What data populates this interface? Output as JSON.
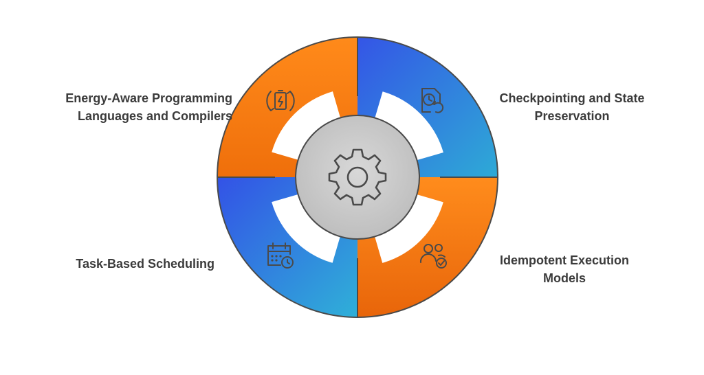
{
  "diagram": {
    "center": {
      "icon": "gear-icon"
    },
    "segments": [
      {
        "id": "energy",
        "lines": [
          "Energy-Aware Programming",
          "Languages and Compilers"
        ],
        "icon": "battery-cycle-icon",
        "color": "#f07a0d"
      },
      {
        "id": "checkpoint",
        "lines": [
          "Checkpointing and State",
          "Preservation"
        ],
        "icon": "document-restore-icon",
        "color": "#3a6ee8"
      },
      {
        "id": "idempotent",
        "lines": [
          "Idempotent Execution",
          "Models"
        ],
        "icon": "users-check-icon",
        "color": "#f07a0d"
      },
      {
        "id": "task",
        "lines": [
          "Task-Based Scheduling"
        ],
        "icon": "calendar-clock-icon",
        "color": "#3a6ee8"
      }
    ],
    "colors": {
      "orange_light": "#ff8a1a",
      "orange_dark": "#e8650a",
      "blue_light": "#3459e8",
      "blue_dark": "#2ea6d6",
      "outline": "#4a4a4a",
      "hub_fill": "#c9c9c9"
    }
  }
}
